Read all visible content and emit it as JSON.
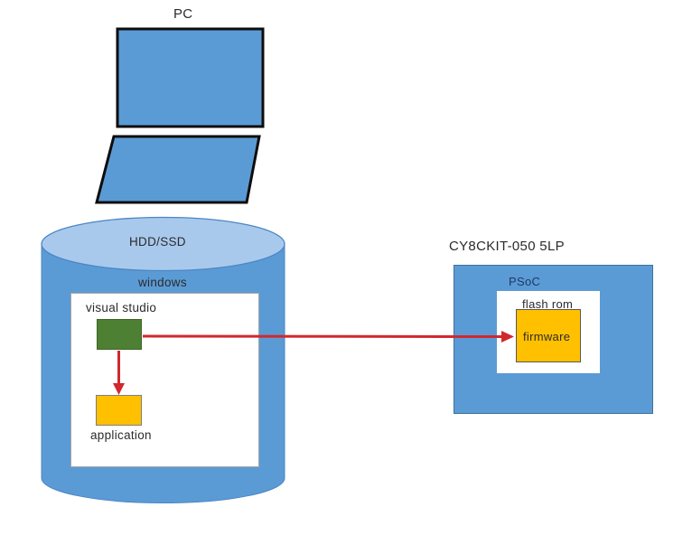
{
  "colors": {
    "shape_blue": "#5b9bd5",
    "cylinder_top_blue": "#a9c9ec",
    "cylinder_outline_blue": "#4a86c5",
    "box_border_blue": "#41719c",
    "green": "#4e8033",
    "green_border": "#3f6428",
    "yellow": "#ffc000",
    "yellow_border_gray": "#7f7f7f",
    "firmware_border_gray": "#595959",
    "red": "#d1282e",
    "black": "#0d0d0d",
    "text_dark": "#2b2b2b",
    "psoc_text_navy": "#1f3864",
    "white_box_border": "#a6a6a6"
  },
  "pc": {
    "label": "PC"
  },
  "storage": {
    "label": "HDD/SSD",
    "windows": {
      "label": "windows"
    },
    "visual_studio": {
      "label": "visual studio"
    },
    "application": {
      "label": "application"
    }
  },
  "kit": {
    "title": "CY8CKIT-050 5LP",
    "psoc_label": "PSoC",
    "flash_rom_label": "flash rom",
    "firmware_label": "firmware"
  }
}
